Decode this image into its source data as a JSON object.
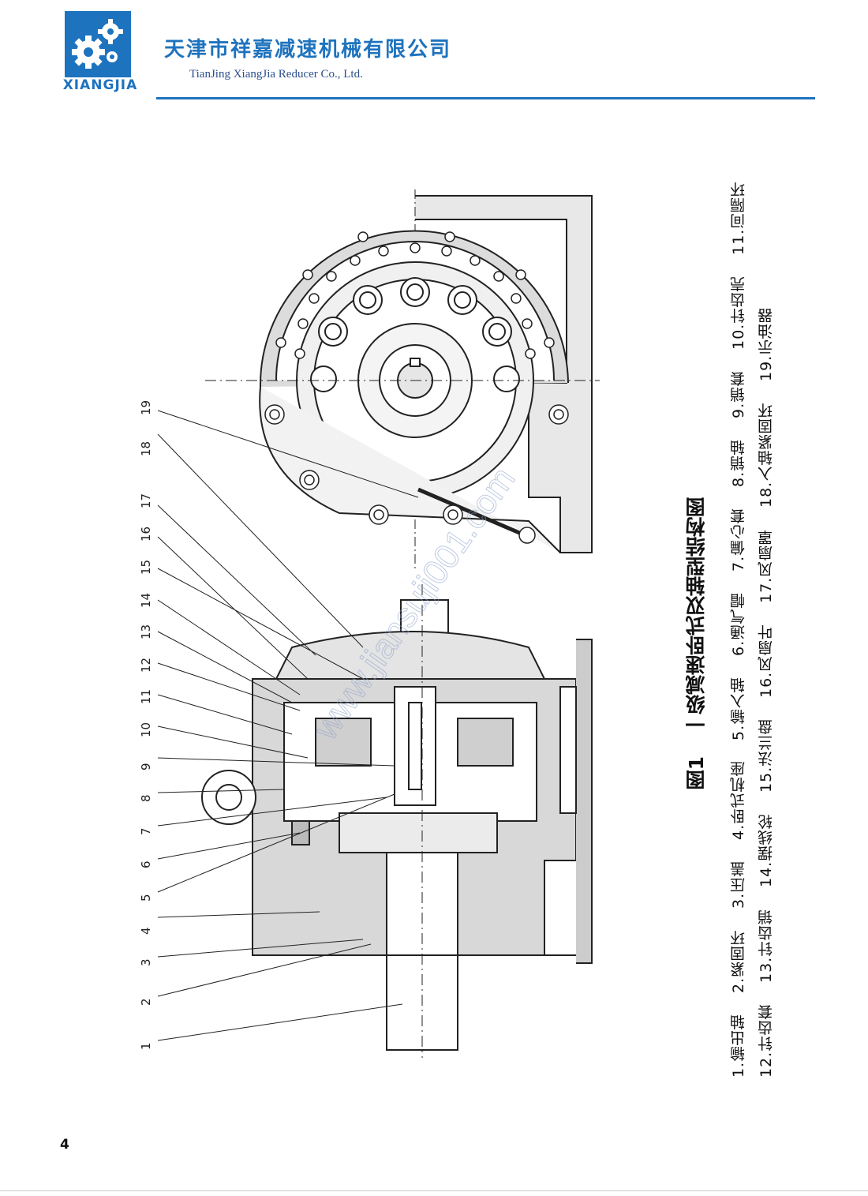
{
  "header": {
    "logo_text": "XIANGJIA",
    "company_cn": "天津市祥嘉减速机械有限公司",
    "company_en": "TianJing XiangJia Reducer Co., Ltd."
  },
  "figure": {
    "label": "图1",
    "title": "一级减速卧式双轴型结构图",
    "callout_numbers": [
      "1",
      "2",
      "3",
      "4",
      "5",
      "6",
      "7",
      "8",
      "9",
      "10",
      "11",
      "12",
      "13",
      "14",
      "15",
      "16",
      "17",
      "18",
      "19"
    ]
  },
  "legend": {
    "row1": [
      "1.输出轴",
      "2.紧固环",
      "3.压盖",
      "4.卧式机座",
      "5.输入轴",
      "6.通气帽",
      "7.偏心套",
      "8.销轴",
      "9.销套",
      "10.针齿壳",
      "11.间隔环"
    ],
    "row2": [
      "12.针齿套",
      "13.针齿销",
      "14.摆线轮",
      "15.法兰盘",
      "16.风扇叶",
      "17.风扇罩",
      "18.入轴紧固环",
      "19.示油器"
    ]
  },
  "watermark_text": "www.jiansuji001.com",
  "page_number": "4"
}
